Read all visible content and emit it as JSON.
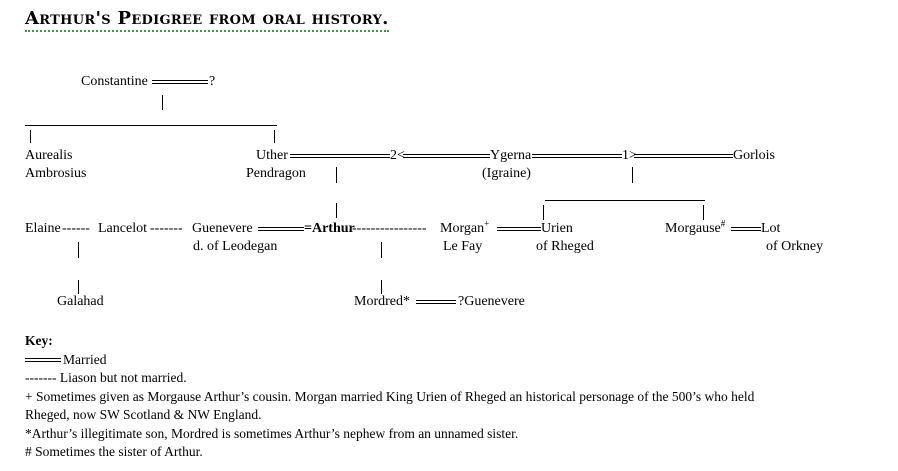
{
  "title": "Arthur's Pedigree from oral history.",
  "tree": {
    "constantine": "Constantine",
    "constantine_spouse": "?",
    "aurealis": "Aurealis",
    "ambrosius": "Ambrosius",
    "uther": "Uther",
    "pendragon": "Pendragon",
    "marker_2": "2<",
    "ygerna": "Ygerna",
    "igraine": "(Igraine)",
    "marker_1": "1>",
    "gorlois": "Gorlois",
    "elaine": "Elaine",
    "dash_1": "------",
    "lancelot": "Lancelot",
    "dash_2": "-------",
    "guenevere": "Guenevere",
    "guenevere_sub": "d. of Leodegan",
    "arthur": "Arthur",
    "dash_3": "----------------",
    "morgan": "Morgan",
    "morgan_mark": "+",
    "morgan_sub": "Le Fay",
    "urien": "Urien",
    "urien_sub": "of Rheged",
    "morgause": "Morgause",
    "morgause_mark": "#",
    "lot": "Lot",
    "lot_sub": "of Orkney",
    "galahad": "Galahad",
    "mordred": "Mordred*",
    "mordred_spouse": "?Guenevere"
  },
  "key": {
    "heading": "Key:",
    "married": "Married",
    "liaison_symbol": "-------",
    "liaison": "Liason but not married.",
    "note_plus_1": "+ Sometimes given as Morgause Arthur’s cousin. Morgan married King Urien of Rheged an historical personage of the 500’s who held",
    "note_plus_2": "Rheged, now SW Scotland & NW England.",
    "note_star": "*Arthur’s illegitimate son, Mordred is sometimes Arthur’s nephew from an unnamed sister.",
    "note_hash": "# Sometimes the sister of Arthur."
  }
}
